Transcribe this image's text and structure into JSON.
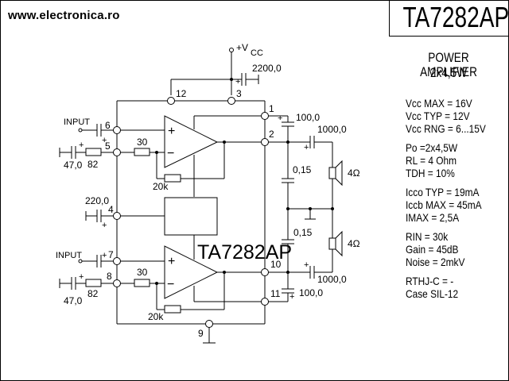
{
  "site_url": "www.electronica.ro",
  "title": "TA7282AP",
  "subtitle_line1": "POWER AMPLIFIER",
  "subtitle_line2": "2x4,5W",
  "specs": [
    {
      "label": "Vcc MAX = 16V"
    },
    {
      "label": "Vcc TYP = 12V"
    },
    {
      "label": "Vcc RNG = 6...15V"
    },
    {
      "label": "Po =2x4,5W"
    },
    {
      "label": "RL = 4 Ohm"
    },
    {
      "label": "TDH = 10%"
    },
    {
      "label": "Icco TYP = 19mA"
    },
    {
      "label": "Iccb MAX = 45mA"
    },
    {
      "label": "IMAX = 2,5A"
    },
    {
      "label": "RIN = 30k"
    },
    {
      "label": "Gain = 45dB"
    },
    {
      "label": "Noise = 2mkV"
    },
    {
      "label": "RTHJ-C = -"
    },
    {
      "label": "Case SIL-12"
    }
  ],
  "schematic": {
    "chip_label": "TA7282AP",
    "vcc_label": "+V",
    "vcc_sub": "CC",
    "input_label": "INPUT",
    "plus_sign": "+",
    "minus_sign": "−",
    "ground_symbol": "⊥",
    "pins": {
      "p1": "1",
      "p2": "2",
      "p3": "3",
      "p4": "4",
      "p5": "5",
      "p6": "6",
      "p7": "7",
      "p8": "8",
      "p9": "9",
      "p10": "10",
      "p11": "11",
      "p12": "12"
    },
    "components": {
      "c_supply": "2200,0",
      "c_bootstrap_top": "100,0",
      "c_out_top": "1000,0",
      "c_zobel_top": "0,15",
      "c_zobel_bot": "0,15",
      "c_out_bot": "1000,0",
      "c_bootstrap_bot": "100,0",
      "c_ripple": "220,0",
      "c_fb_top": "47,0",
      "r_fb_top": "82",
      "r_in_top": "30",
      "r_feedback_top": "20k",
      "c_fb_bot": "47,0",
      "r_fb_bot": "82",
      "r_in_bot": "30",
      "r_feedback_bot": "20k",
      "speaker_top": "4Ω",
      "speaker_bot": "4Ω"
    }
  }
}
